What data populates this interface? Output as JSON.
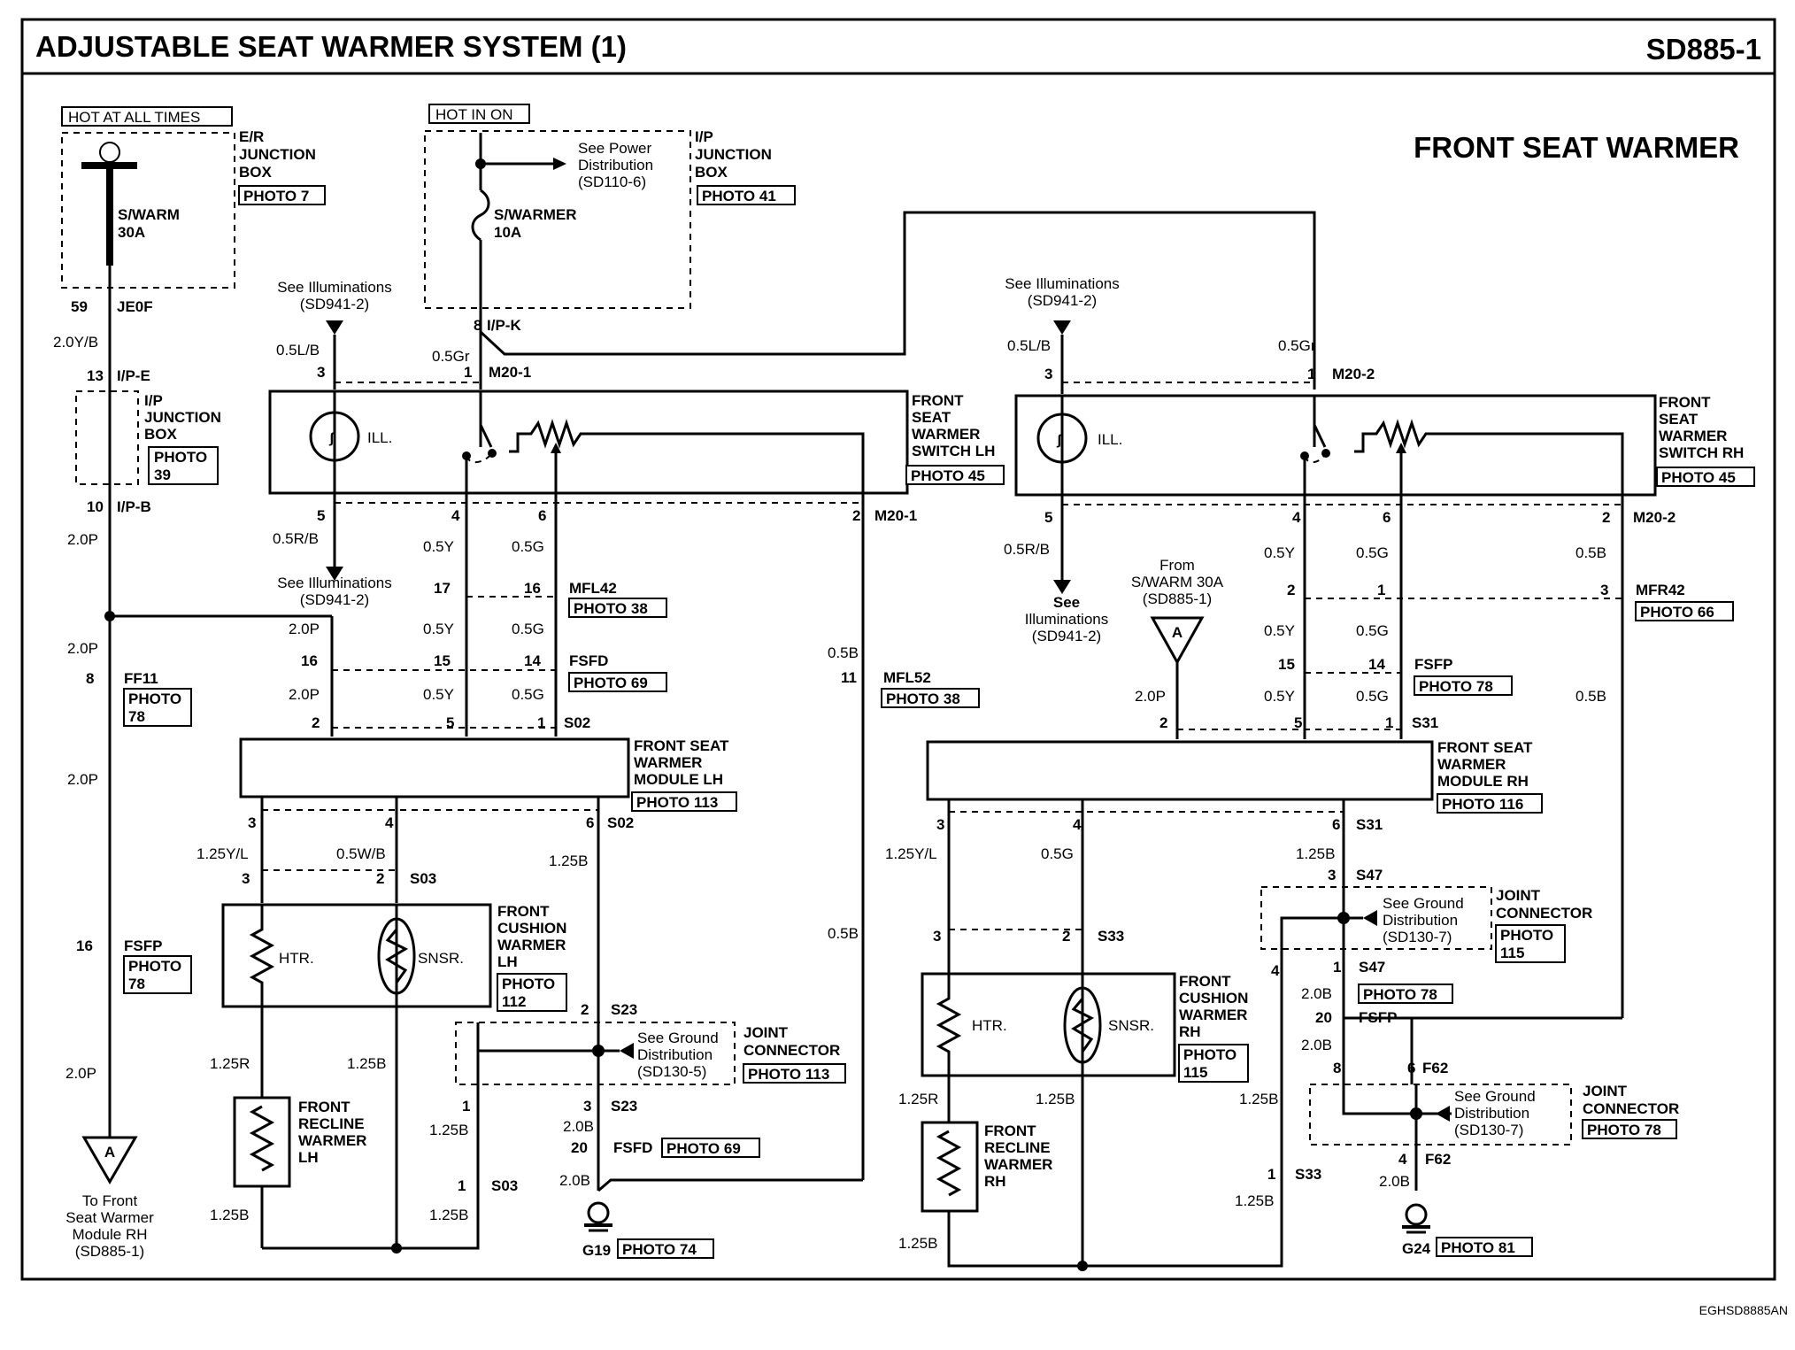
{
  "header": {
    "title": "ADJUSTABLE SEAT WARMER SYSTEM (1)",
    "code": "SD885-1"
  },
  "subtitle": "FRONT SEAT WARMER",
  "footer_code": "EGHSD8885AN",
  "power": {
    "hot_always": "HOT AT ALL TIMES",
    "hot_in_on": "HOT IN ON",
    "er_box": [
      "E/R",
      "JUNCTION",
      "BOX"
    ],
    "er_photo": "PHOTO 7",
    "fuse_swarm": [
      "S/WARM",
      "30A"
    ],
    "ip_box": [
      "I/P",
      "JUNCTION",
      "BOX"
    ],
    "ip_photo": "PHOTO 41",
    "fuse_swarmer": [
      "S/WARMER",
      "10A"
    ],
    "see_power": [
      "See Power",
      "Distribution",
      "(SD110-6)"
    ],
    "ip_box2": [
      "I/P",
      "JUNCTION",
      "BOX"
    ],
    "ip_box2_photo": [
      "PHOTO",
      "39"
    ]
  },
  "connectors": {
    "c59": "59",
    "jeof": "JE0F",
    "wire_20yb": "2.0Y/B",
    "c13": "13",
    "ipe": "I/P-E",
    "c10": "10",
    "ipb": "I/P-B",
    "c8ipk": "8",
    "ipk": "I/P-K",
    "w20p_a": "2.0P",
    "w20p_b": "2.0P",
    "w20p_c": "2.0P",
    "w20p_d": "2.0P",
    "c8ff11": "8",
    "ff11": "FF11",
    "ff11_photo": [
      "PHOTO",
      "78"
    ],
    "c16fsfp": "16",
    "fsfp": "FSFP",
    "fsfp_photo": [
      "PHOTO",
      "78"
    ],
    "to_front": [
      "To Front",
      "Seat Warmer",
      "Module RH",
      "(SD885-1)"
    ],
    "a_label": "A"
  },
  "lh": {
    "see_ill_top": [
      "See Illuminations",
      "(SD941-2)"
    ],
    "w05lb": "0.5L/B",
    "w05gr": "0.5Gr",
    "p3": "3",
    "p1": "1",
    "m201": "M20-1",
    "switch_label": [
      "FRONT",
      "SEAT",
      "WARMER",
      "SWITCH LH"
    ],
    "switch_photo": "PHOTO 45",
    "ill": "ILL.",
    "p5": "5",
    "p4": "4",
    "p6": "6",
    "p2": "2",
    "m201b": "M20-1",
    "w05rb": "0.5R/B",
    "w05y1": "0.5Y",
    "w05g1": "0.5G",
    "see_ill_bot": [
      "See Illuminations",
      "(SD941-2)"
    ],
    "c17": "17",
    "c16": "16",
    "mfl42": "MFL42",
    "mfl42_photo": "PHOTO 38",
    "w05y2": "0.5Y",
    "w05g2": "0.5G",
    "w20p": "2.0P",
    "c16b": "16",
    "c15": "15",
    "c14": "14",
    "fsfd": "FSFD",
    "fsfd_photo": "PHOTO 69",
    "w05y3": "0.5Y",
    "w05g3": "0.5G",
    "w20p2": "2.0P",
    "w05b1": "0.5B",
    "c11": "11",
    "mfl52": "MFL52",
    "mfl52_photo": "PHOTO 38",
    "m2": "2",
    "m5": "5",
    "m1": "1",
    "s02": "S02",
    "module": [
      "FRONT SEAT",
      "WARMER",
      "MODULE LH"
    ],
    "module_photo": "PHOTO 113",
    "m3": "3",
    "m4": "4",
    "m6": "6",
    "s02b": "S02",
    "w125yl": "1.25Y/L",
    "w05wb": "0.5W/B",
    "w125b1": "1.25B",
    "c3": "3",
    "c2": "2",
    "s03": "S03",
    "cushion": [
      "FRONT",
      "CUSHION",
      "WARMER",
      "LH"
    ],
    "cushion_photo": [
      "PHOTO",
      "112"
    ],
    "htr": "HTR.",
    "snsr": "SNSR.",
    "w125r": "1.25R",
    "w125b2": "1.25B",
    "recline": [
      "FRONT",
      "RECLINE",
      "WARMER",
      "LH"
    ],
    "w05b2": "0.5B",
    "c2s23": "2",
    "s23": "S23",
    "see_ground": [
      "See Ground",
      "Distribution",
      "(SD130-5)"
    ],
    "joint": [
      "JOINT",
      "CONNECTOR"
    ],
    "joint_photo": "PHOTO 113",
    "c1": "1",
    "c3b": "3",
    "s23b": "S23",
    "w125b3": "1.25B",
    "w20b1": "2.0B",
    "c20": "20",
    "fsfd2": "FSFD",
    "fsfd2_photo": "PHOTO 69",
    "c1b": "1",
    "s03b": "S03",
    "w20b2": "2.0B",
    "w125b4": "1.25B",
    "w125b5": "1.25B",
    "g19": "G19",
    "g19_photo": "PHOTO 74"
  },
  "rh": {
    "see_ill_top": [
      "See Illuminations",
      "(SD941-2)"
    ],
    "w05lb": "0.5L/B",
    "w05gr": "0.5Gr",
    "p3": "3",
    "p1": "1",
    "m202": "M20-2",
    "switch_label": [
      "FRONT",
      "SEAT",
      "WARMER",
      "SWITCH RH"
    ],
    "switch_photo": "PHOTO 45",
    "ill": "ILL.",
    "p5": "5",
    "p4": "4",
    "p6": "6",
    "p2": "2",
    "m202b": "M20-2",
    "w05rb": "0.5R/B",
    "w05y1": "0.5Y",
    "w05g1": "0.5G",
    "w05b1": "0.5B",
    "see_ill_bot": [
      "See",
      "Illuminations",
      "(SD941-2)"
    ],
    "from": [
      "From",
      "S/WARM 30A",
      "(SD885-1)"
    ],
    "c2": "2",
    "c1": "1",
    "c3": "3",
    "mfr42": "MFR42",
    "mfr42_photo": "PHOTO 66",
    "w05y2": "0.5Y",
    "w05g2": "0.5G",
    "w05b2": "0.5B",
    "w20p": "2.0P",
    "c15": "15",
    "c14": "14",
    "fsfp": "FSFP",
    "fsfp_photo": "PHOTO 78",
    "w05y3": "0.5Y",
    "w05g3": "0.5G",
    "m2": "2",
    "m5": "5",
    "m1": "1",
    "s31": "S31",
    "module": [
      "FRONT SEAT",
      "WARMER",
      "MODULE RH"
    ],
    "module_photo": "PHOTO 116",
    "m3": "3",
    "m4": "4",
    "m6": "6",
    "s31b": "S31",
    "w125yl": "1.25Y/L",
    "w05g4": "0.5G",
    "w125b1": "1.25B",
    "c3s47": "3",
    "s47": "S47",
    "see_ground1": [
      "See Ground",
      "Distribution",
      "(SD130-7)"
    ],
    "joint1": [
      "JOINT",
      "CONNECTOR"
    ],
    "joint1_photo": [
      "PHOTO",
      "115"
    ],
    "c3b": "3",
    "c2b": "2",
    "s33": "S33",
    "c4": "4",
    "c1s47": "1",
    "s47b": "S47",
    "s47_photo": "PHOTO 78",
    "w20b1": "2.0B",
    "c20": "20",
    "fsfp2": "FSFP",
    "w20b2": "2.0B",
    "cushion": [
      "FRONT",
      "CUSHION",
      "WARMER",
      "RH"
    ],
    "cushion_photo": [
      "PHOTO",
      "115"
    ],
    "htr": "HTR.",
    "snsr": "SNSR.",
    "c8": "8",
    "c6": "6",
    "f62": "F62",
    "see_ground2": [
      "See Ground",
      "Distribution",
      "(SD130-7)"
    ],
    "joint2": [
      "JOINT",
      "CONNECTOR"
    ],
    "joint2_photo": "PHOTO 78",
    "w125r": "1.25R",
    "w125b2": "1.25B",
    "w125b3": "1.25B",
    "recline": [
      "FRONT",
      "RECLINE",
      "WARMER",
      "RH"
    ],
    "c4b": "4",
    "f62b": "F62",
    "w20b3": "2.0B",
    "c1s33": "1",
    "s33b": "S33",
    "w125b4": "1.25B",
    "w125b5": "1.25B",
    "g24": "G24",
    "g24_photo": "PHOTO 81"
  }
}
